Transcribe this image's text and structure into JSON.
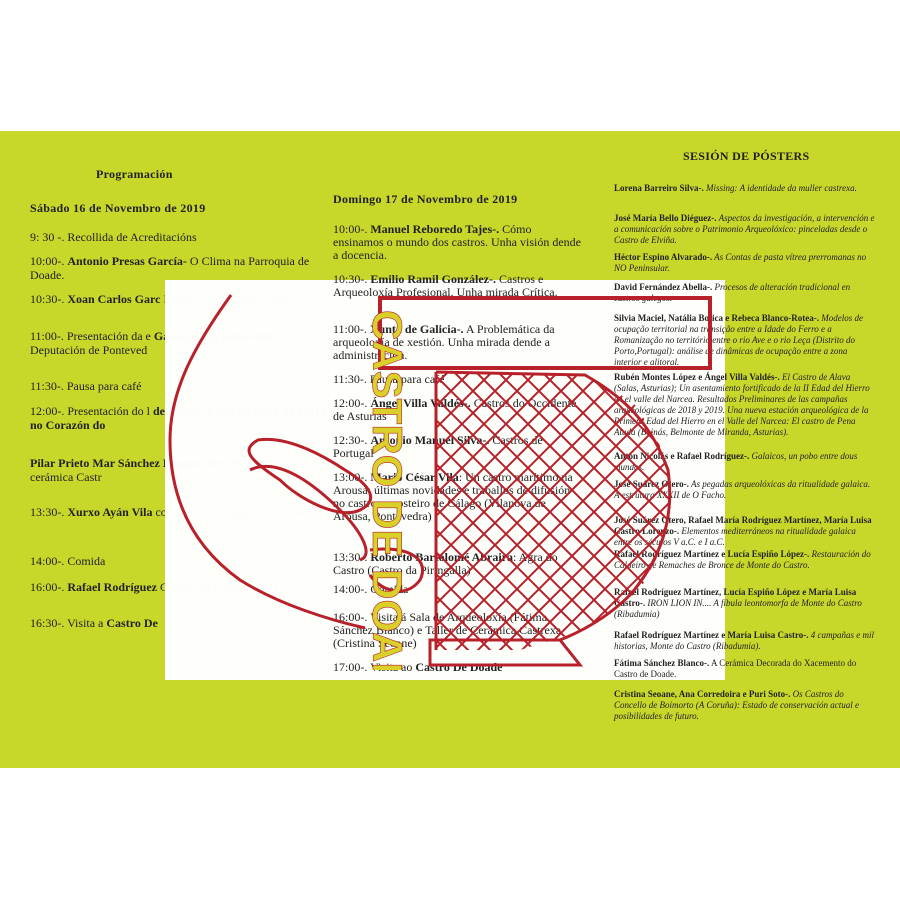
{
  "day1": {
    "header": "Programación",
    "date": "Sábado 16 de Novembro de 2019",
    "items": [
      {
        "pre": "9: 30 -. ",
        "bold": "",
        "post": "Recollida de Acreditacións"
      },
      {
        "pre": "10:00-.  ",
        "bold": "Antonio Presas García-",
        "post": " O Clima na Parroquia de Doade."
      },
      {
        "pre": "10:30-. ",
        "bold": "Xoan Carlos Garc",
        "post": " Lendas Castrexas do Con"
      },
      {
        "pre": "11:00-. Presentación da e ",
        "bold": "Galaicos, Un pobo entre",
        "post": " Deputación de Ponteved"
      },
      {
        "pre": "11:30-. Pausa para café",
        "bold": "",
        "post": ""
      },
      {
        "pre": "12:00-. Presentación do l ",
        "bold": "de Doade. Unha fortifica do Ferro no Corazón do",
        "post": ""
      },
      {
        "pre": " ",
        "bold": "Pilar Prieto Mar Sánchez Blanco-",
        "post": " Metode estudo da cerámica Castr"
      },
      {
        "pre": "13:30-. ",
        "bold": "Xurxo Ayán Vila",
        "post": " contextos: os mundos cas obxectos."
      },
      {
        "pre": "14:00-. Comida",
        "bold": "",
        "post": ""
      },
      {
        "pre": "16:00-. ",
        "bold": "Rafael Rodríguez",
        "post": " Castros da Comarca do D"
      },
      {
        "pre": "16:30-. Visita a ",
        "bold": "Castro De",
        "post": ""
      }
    ]
  },
  "day2": {
    "date": "Domingo 17 de Novembro de 2019",
    "items": [
      {
        "pre": "10:00-.  ",
        "bold": "Manuel Reboredo Tajes-.",
        "post": " Cómo ensinamos o mundo dos castros. Unha visión dende a docencia."
      },
      {
        "pre": "10:30-. ",
        "bold": "Emilio Ramil González-.",
        "post": " Castros e Arqueoloxía Profesional. Unha mirada Crítica."
      },
      {
        "pre": "11:00-. ",
        "bold": "Xunta de Galicia-.",
        "post": " A Problemática da arqueoloxía de xestión. Unha mirada dende a administración."
      },
      {
        "pre": "11:30-.  Pausa para café",
        "bold": "",
        "post": ""
      },
      {
        "pre": "12:00-. ",
        "bold": "Ángel Villa Valdés-.",
        "post": " Castros do Occidente de Asturias"
      },
      {
        "pre": "12:30-. ",
        "bold": "Antonio Manuel Silva-.",
        "post": " Castros de Portugal"
      },
      {
        "pre": "13:00-. ",
        "bold": "Mario César Vila",
        "post": ": Un castro marítimo na Arousa: últimas novidades e traballos de difusión no castro e mosteiro de Cálago (Vilanova de Arousa, Pontevedra)"
      },
      {
        "pre": "13:30-. ",
        "bold": "Roberto Bartolomé Abraira",
        "post": ": Agra do Castro (Castro da Piringalla)"
      },
      {
        "pre": "14:00-. Comida",
        "bold": "",
        "post": ""
      },
      {
        "pre": "16:00-. Visita á Sala de Arqueoloxía (Fátima Sánchez Blanco) e Taller de Cerámica Castrexa (Cristina Seoane)",
        "bold": "",
        "post": ""
      },
      {
        "pre": "17:00-. Visita ao ",
        "bold": "Castro De Doade",
        "post": ""
      }
    ]
  },
  "posters": {
    "header": "SESIÓN DE PÓSTERS",
    "items": [
      {
        "authors": "Lorena Barreiro Silva-.",
        "title": " Missing: A identidade da muller castrexa."
      },
      {
        "authors": "José María Bello Diéguez-.",
        "title": " Aspectos da investigación, a intervención e a comunicación sobre o Patrimonio Arqueolóxico: pinceladas desde o Castro de Elviña."
      },
      {
        "authors": "Héctor Espino Alvarado-.",
        "title": " As Contas de pasta vítrea prerromanas no NO Peninsular."
      },
      {
        "authors": "David Fernández Abella-.",
        "title": " Procesos de alteración tradicional en castros galegos."
      },
      {
        "authors": "Silvia Maciel, Natália Botica e Rebeca Blanco-Rotea-.",
        "title": " Modelos de ocupação territorial na transição entre a Idade do Ferro e a Romanização no território entre o rio Ave e o rio Leça (Distrito do Porto,Portugal): análise de dinâmicas de ocupação entre a zona interior e alitoral."
      },
      {
        "authors": "Rubén Montes López e Ángel Villa Valdés-.",
        "title": " El Castro de Alava (Salas, Asturias); Un asentamiento fortificado de la II Edad del Hierro en el valle del Narcea. Resultados Preliminares de las campañas arqueológicas de 2018 y 2019. Una nueva estación arqueológica de la Primera Edad del Hierro en el Valle del Narcea: El castro de Pena Atuda (Boinás, Belmonte de Miranda, Asturias)."
      },
      {
        "authors": "Antón Nicolás e Rafael Rodríguez-.",
        "title": " Galaicos, un pobo entre dous mundos."
      },
      {
        "authors": "José Suárez Otero-.",
        "title": " As pegadas arqueolóxicas da ritualidade galaica. A estrutura XXXII de O Facho."
      },
      {
        "authors": "José Suárez Otero, Rafael María Rodríguez Martínez, María Luisa Castro Lorenzo-.",
        "title": " Elementos mediterráneos na ritualidade galaica entre os séculos V a.C. e I a.C."
      },
      {
        "authors": "Rafael Rodríguez Martínez e Lucía Espiño López-.",
        "title": " Restauración do Caldeiro de Remaches de Bronce de Monte do Castro."
      },
      {
        "authors": "Rafael Rodríguez Martínez, Lucía Espiño López e María Luisa Castro-.",
        "title": "  IRON LION IN.... A fíbula leontomorfa de Monte do Castro (Ribadumia)"
      },
      {
        "authors": "Rafael Rodríguez Martínez e María Luisa Castro-.",
        "title": " 4 campañas e mil historias, Monte do Castro (Ribadumia)."
      },
      {
        "authors": "Fátima Sánchez Blanco-.",
        "title": " A Cerámica Decorada do Xacemento do Castro de Doade.",
        "title_plain": true
      },
      {
        "authors": "Cristina Seoane, Ana Corredoira e Puri Soto-.",
        "title": " Os Castros do Concello de Boimorto (A Coruña): Estado de conservación actual e posibilidades de futuro."
      }
    ]
  },
  "logo": {
    "text": "CASTRO DE DOADE",
    "colors": {
      "text": "#d9d12a",
      "line": "#b8202a"
    }
  },
  "colors": {
    "panel": "#c8d82b",
    "background": "#ffffff",
    "text": "#222222",
    "art": "#b8202a"
  }
}
